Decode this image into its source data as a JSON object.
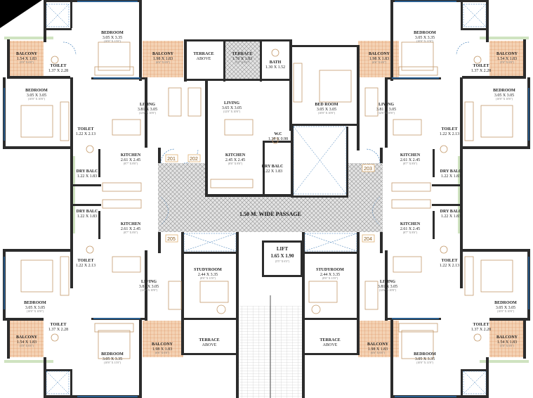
{
  "colors": {
    "wall": "#2c2c2c",
    "window": "#2a6fb0",
    "furniture": "#c49a6c",
    "balcony_tile": "#e8a06e",
    "grass": "#cfe3c0",
    "passage": "#d8d8d8",
    "flat_box": "#e0b070"
  },
  "passage": {
    "label": "1.50 M. WIDE PASSAGE"
  },
  "lift": {
    "name": "LIFT",
    "size": "1.65 X 1.90",
    "sub": "(5'5\" X 6'3\")"
  },
  "flats": [
    {
      "no": "201"
    },
    {
      "no": "202"
    },
    {
      "no": "203"
    },
    {
      "no": "204"
    },
    {
      "no": "205"
    }
  ],
  "rooms": {
    "bed_tl": {
      "name": "BEDROOM",
      "size": "3.05 X 3.35",
      "sub": "(10'0\" X 11'0\")"
    },
    "bal_tl": {
      "name": "BALCONY",
      "size": "1.54 X 1.83",
      "sub": "(5'0\" X 6'0\")"
    },
    "toi_tl": {
      "name": "TOILET",
      "size": "1.37 X 2.28"
    },
    "bal_tl2": {
      "name": "BALCONY",
      "size": "1.98 X 1.83",
      "sub": "(6'6\" X 6'0\")"
    },
    "ter_tl": {
      "name": "TERRACE",
      "size": "ABOVE"
    },
    "ter_c": {
      "name": "TERRACE",
      "size": "1.76 X 1.83",
      "sub": "(5'9\" X 6'0\")"
    },
    "bath_c": {
      "name": "BATH",
      "size": "1.30 X 1.52"
    },
    "bed_c": {
      "name": "BED ROOM",
      "size": "3.05 X 3.05",
      "sub": "(10'0\" X 10'0\")"
    },
    "bal_tr2": {
      "name": "BALCONY",
      "size": "1.98 X 1.83",
      "sub": "(6'6\" X 6'0\")"
    },
    "bed_tr": {
      "name": "BEDROOM",
      "size": "3.05 X 3.35",
      "sub": "(10'0\" X 11'0\")"
    },
    "bal_tr": {
      "name": "BALCONY",
      "size": "1.54 X 1.83",
      "sub": "(5'0\" X 6'0\")"
    },
    "toi_tr": {
      "name": "TOILET",
      "size": "1.37 X 2.28"
    },
    "bed_ml": {
      "name": "BEDROOM",
      "size": "3.05 X 3.05",
      "sub": "(10'0\" X 10'0\")"
    },
    "liv_l1": {
      "name": "LIVING",
      "size": "3.81 X 3.05",
      "sub": "(12'6\" X 10'0\")"
    },
    "liv_c": {
      "name": "LIVING",
      "size": "3.65 X 3.05",
      "sub": "(12'0\" X 10'0\")"
    },
    "liv_r1": {
      "name": "LIVING",
      "size": "3.81 X 3.05",
      "sub": "(12'6\" X 10'0\")"
    },
    "bed_mr": {
      "name": "BEDROOM",
      "size": "3.05 X 3.05",
      "sub": "(10'0\" X 10'0\")"
    },
    "toi_ml": {
      "name": "TOILET",
      "size": "1.22 X 2.13"
    },
    "wc_c": {
      "name": "W.C",
      "size": "1.38 X 0.98"
    },
    "toi_mr": {
      "name": "TOILET",
      "size": "1.22 X 2.13"
    },
    "kit_l1": {
      "name": "KITCHEN",
      "size": "2.61 X 2.45",
      "sub": "(8'7\" X 8'0\")"
    },
    "kit_c": {
      "name": "KITCHEN",
      "size": "2.45 X 2.45",
      "sub": "(8'0\" X 8'0\")"
    },
    "kit_r1": {
      "name": "KITCHEN",
      "size": "2.61 X 2.45",
      "sub": "(8'7\" X 8'0\")"
    },
    "dry_l1": {
      "name": "DRY BALC",
      "size": "1.22 X 1.83"
    },
    "dry_c": {
      "name": "DRY BALC",
      "size": "1.22 X 1.83"
    },
    "dry_r1": {
      "name": "DRY BALC",
      "size": "1.22 X 1.83"
    },
    "dry_l2": {
      "name": "DRY BALC",
      "size": "1.22 X 1.83"
    },
    "dry_r2": {
      "name": "DRY BALC",
      "size": "1.22 X 1.83"
    },
    "kit_l2": {
      "name": "KITCHEN",
      "size": "2.61 X 2.45",
      "sub": "(8'7\" X 8'0\")"
    },
    "kit_r2": {
      "name": "KITCHEN",
      "size": "2.61 X 2.45",
      "sub": "(8'7\" X 8'0\")"
    },
    "toi_bl": {
      "name": "TOILET",
      "size": "1.22 X 2.13"
    },
    "toi_br": {
      "name": "TOILET",
      "size": "1.22 X 2.13"
    },
    "liv_l2": {
      "name": "LIVING",
      "size": "3.81 X 3.05",
      "sub": "(12'6\" X 10'0\")"
    },
    "study_l": {
      "name": "STUDYROOM",
      "size": "2.44 X 3.35",
      "sub": "(8'0\" X 11'0\")"
    },
    "study_r": {
      "name": "STUDYROOM",
      "size": "2.44 X 3.35",
      "sub": "(8'0\" X 11'0\")"
    },
    "liv_r2": {
      "name": "LIVING",
      "size": "3.81 X 3.05",
      "sub": "(12'6\" X 10'0\")"
    },
    "bed_bl": {
      "name": "BEDROOM",
      "size": "3.05 X 3.05",
      "sub": "(10'0\" X 10'0\")"
    },
    "bed_br": {
      "name": "BEDROOM",
      "size": "3.05 X 3.05",
      "sub": "(10'0\" X 10'0\")"
    },
    "toi_bl2": {
      "name": "TOILET",
      "size": "1.37 X 2.28"
    },
    "toi_br2": {
      "name": "TOILET",
      "size": "1.37 X 2.28"
    },
    "bal_bl": {
      "name": "BALCONY",
      "size": "1.54 X 1.83",
      "sub": "(5'0\" X 6'0\")"
    },
    "bal_bl2": {
      "name": "BALCONY",
      "size": "1.98 X 1.83",
      "sub": "(6'6\" X 6'0\")"
    },
    "ter_bl": {
      "name": "TERRACE",
      "size": "ABOVE"
    },
    "ter_br": {
      "name": "TERRACE",
      "size": "ABOVE"
    },
    "bal_br2": {
      "name": "BALCONY",
      "size": "1.98 X 1.83",
      "sub": "(6'6\" X 6'0\")"
    },
    "bal_br": {
      "name": "BALCONY",
      "size": "1.54 X 1.83",
      "sub": "(5'0\" X 6'0\")"
    },
    "bed_bl3": {
      "name": "BEDROOM",
      "size": "3.05 X 3.35",
      "sub": "(10'0\" X 11'0\")"
    },
    "bed_br3": {
      "name": "BEDROOM",
      "size": "3.05 X 3.35",
      "sub": "(10'0\" X 11'0\")"
    }
  }
}
